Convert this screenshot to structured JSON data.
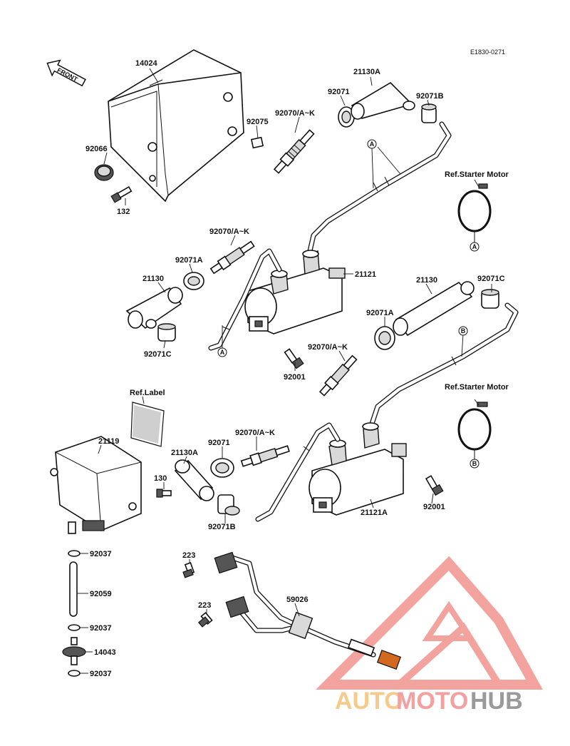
{
  "diagram": {
    "code": "E1830-0271",
    "front": "FRONT",
    "labels": {
      "p14024": "14024",
      "p92075": "92075",
      "p92066": "92066",
      "p132": "132",
      "p21130A_top": "21130A",
      "p92071_top": "92071",
      "p92071B_top": "92071B",
      "p92070_top": "92070/A~K",
      "ref_starter_1": "Ref.Starter Motor",
      "p92070_mid": "92070/A~K",
      "p92071A_left": "92071A",
      "p21130_left": "21130",
      "p92071C_left": "92071C",
      "p21121": "21121",
      "p92001_mid": "92001",
      "p21130_right": "21130",
      "p92071C_right": "92071C",
      "p92071A_right": "92071A",
      "p92070_right": "92070/A~K",
      "ref_label": "Ref.Label",
      "ref_starter_2": "Ref.Starter Motor",
      "p21119": "21119",
      "p21130A_low": "21130A",
      "p92071_low": "92071",
      "p92070_low": "92070/A~K",
      "p130": "130",
      "p92071B_low": "92071B",
      "p21121A": "21121A",
      "p92001_low": "92001",
      "p92037_a": "92037",
      "p92059": "92059",
      "p92037_b": "92037",
      "p14043": "14043",
      "p92037_c": "92037",
      "p223_a": "223",
      "p223_b": "223",
      "p59026": "59026"
    },
    "markers": {
      "A": "A",
      "B": "B"
    }
  },
  "watermark": {
    "text_auto": "AUTO",
    "text_moto": "MOTO",
    "text_hub": "HUB",
    "color_auto": "#f7c98a",
    "color_moto": "#f2a0a0",
    "color_hub": "#9a9a9a",
    "logo_color": "#e8584f"
  }
}
